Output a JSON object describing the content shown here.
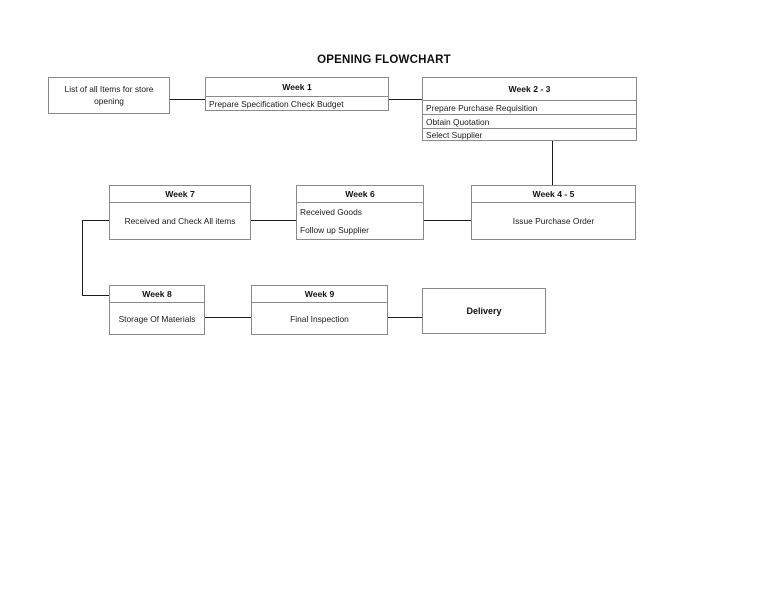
{
  "chart_title": "OPENING FLOWCHART",
  "diagram": {
    "type": "flowchart",
    "nodes": [
      {
        "id": "start",
        "header": null,
        "rows": [
          "List of all  Items for store opening"
        ],
        "style": "plain-multiline"
      },
      {
        "id": "week1",
        "header": "Week 1",
        "rows": [
          "Prepare Specification Check Budget"
        ],
        "style": "header-rows"
      },
      {
        "id": "week23",
        "header": "Week 2 - 3",
        "rows": [
          "Prepare Purchase Requisition",
          "Obtain Quotation",
          "Select Supplier"
        ],
        "style": "header-rows"
      },
      {
        "id": "week45",
        "header": "Week 4 - 5",
        "rows": [
          "Issue Purchase Order"
        ],
        "style": "header-rows"
      },
      {
        "id": "week6",
        "header": "Week 6",
        "rows": [
          "Received Goods",
          "Follow up Supplier"
        ],
        "style": "header-rows"
      },
      {
        "id": "week7",
        "header": "Week 7",
        "rows": [
          "Received and Check All items"
        ],
        "style": "header-rows"
      },
      {
        "id": "week8",
        "header": "Week 8",
        "rows": [
          "Storage Of Materials"
        ],
        "style": "header-rows"
      },
      {
        "id": "week9",
        "header": "Week 9",
        "rows": [
          "Final Inspection"
        ],
        "style": "header-rows"
      },
      {
        "id": "delivery",
        "header": null,
        "rows": [
          "Delivery"
        ],
        "style": "plain"
      }
    ],
    "edges": [
      {
        "from": "start",
        "to": "week1"
      },
      {
        "from": "week1",
        "to": "week23"
      },
      {
        "from": "week23",
        "to": "week45"
      },
      {
        "from": "week45",
        "to": "week6"
      },
      {
        "from": "week6",
        "to": "week7"
      },
      {
        "from": "week7",
        "to": "week8"
      },
      {
        "from": "week8",
        "to": "week9"
      },
      {
        "from": "week9",
        "to": "delivery"
      }
    ]
  },
  "labels": {
    "start_text": "List of all  Items for store opening",
    "week1_header": "Week 1",
    "week1_row1": "Prepare Specification Check Budget",
    "week23_header": "Week 2 - 3",
    "week23_row1": "Prepare Purchase Requisition",
    "week23_row2": "Obtain Quotation",
    "week23_row3": "Select Supplier",
    "week45_header": "Week 4 - 5",
    "week45_row1": "Issue Purchase Order",
    "week6_header": "Week 6",
    "week6_row1": "Received Goods",
    "week6_row2": "Follow up Supplier",
    "week7_header": "Week 7",
    "week7_row1": "Received and Check All items",
    "week8_header": "Week 8",
    "week8_row1": "Storage Of Materials",
    "week9_header": "Week 9",
    "week9_row1": "Final Inspection",
    "delivery_text": "Delivery"
  },
  "colors": {
    "border": "#8a8a8a",
    "line": "#1d1d1d",
    "text": "#111111",
    "background": "#ffffff"
  }
}
